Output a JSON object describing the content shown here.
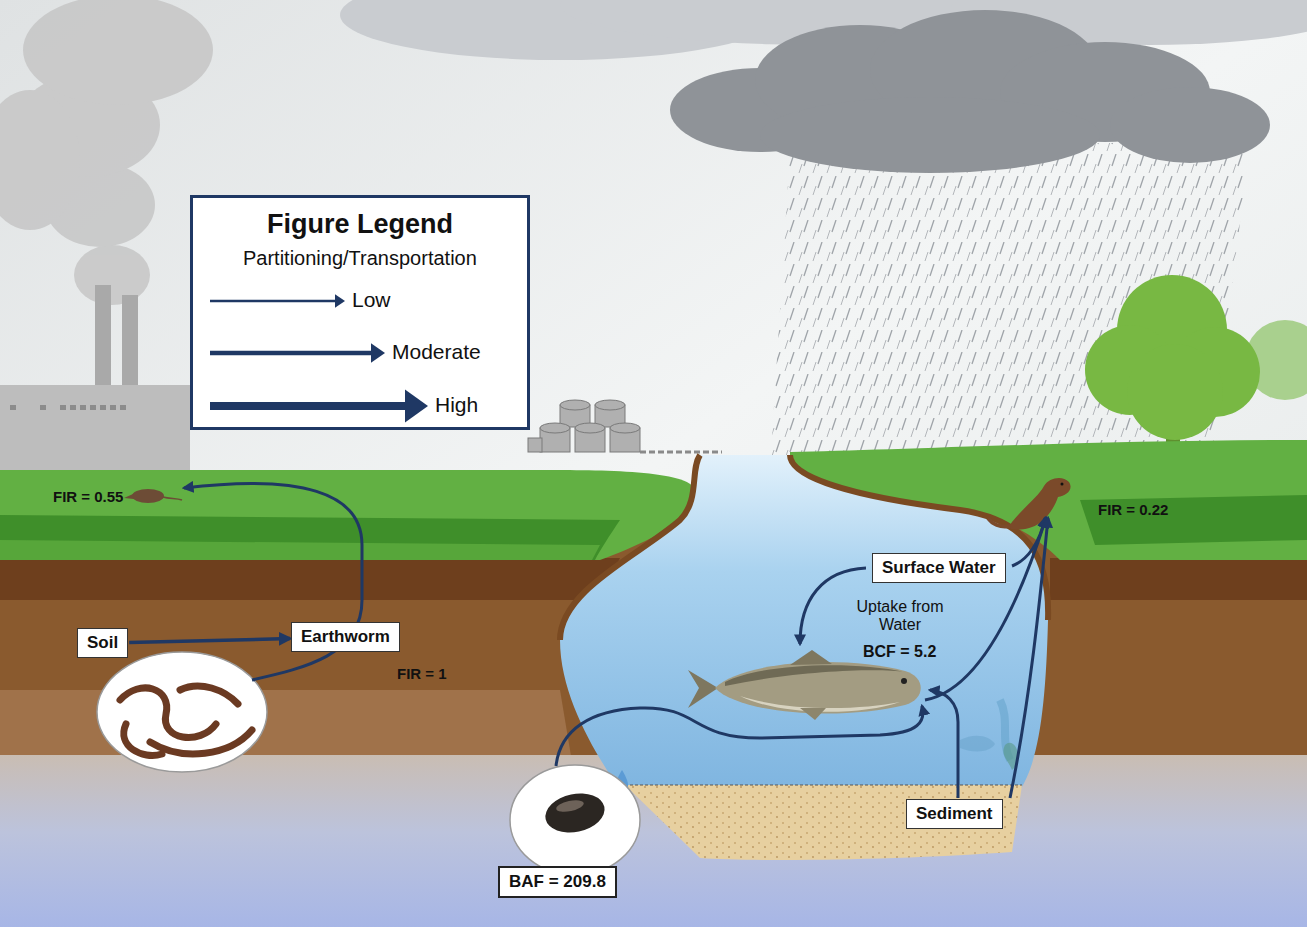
{
  "diagram": {
    "nodes": [
      {
        "text": [
          "Soil"
        ]
      },
      {
        "text": [
          "Earthworm"
        ]
      },
      {
        "text": [
          "Surface Water"
        ]
      },
      {
        "text": [
          "Sediment"
        ]
      },
      {
        "text": [
          "BAF = 209.8"
        ]
      }
    ],
    "edges": [
      {
        "from": 0,
        "to": 1,
        "arrow": "to"
      }
    ],
    "labels": [
      "Figure Legend",
      "Partitioning/Transportation",
      "FIR = 0.55",
      "FIR = 1",
      "Uptake from Water",
      "BCF = 5.2",
      "FIR = 0.22"
    ],
    "legend": [
      {
        "text": "Low"
      },
      {
        "text": "Moderate"
      },
      {
        "text": "High"
      }
    ]
  }
}
